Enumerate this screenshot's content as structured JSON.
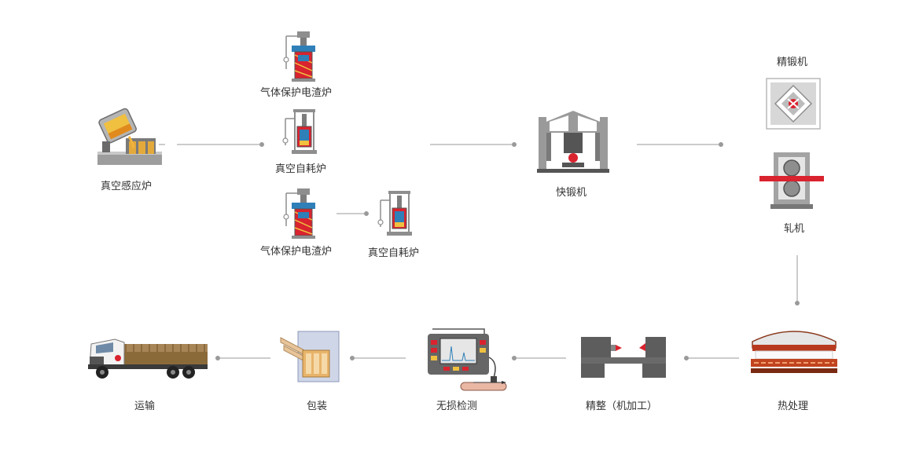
{
  "colors": {
    "connector": "#9a9a9a",
    "dot": "#9a9a9a",
    "accent_red": "#d9232e",
    "accent_orange": "#e8a33a",
    "steel_gray": "#8e8e8e"
  },
  "process": {
    "induction_furnace": {
      "label": "真空感应炉",
      "icon": "furnace-pour-icon"
    },
    "esr_top": {
      "label": "气体保护电渣炉",
      "icon": "electroslag-furnace-icon"
    },
    "var_mid": {
      "label": "真空自耗炉",
      "icon": "vacuum-arc-furnace-icon"
    },
    "esr_bottom": {
      "label": "气体保护电渣炉",
      "icon": "electroslag-furnace-icon"
    },
    "var_bottom": {
      "label": "真空自耗炉",
      "icon": "vacuum-arc-furnace-icon"
    },
    "fast_forging": {
      "label": "快锻机",
      "icon": "forging-press-icon"
    },
    "precision_forging": {
      "label": "精锻机",
      "icon": "precision-forging-icon"
    },
    "rolling": {
      "label": "轧机",
      "icon": "rolling-mill-icon"
    },
    "heat_treatment": {
      "label": "热处理",
      "icon": "heat-treatment-furnace-icon"
    },
    "finishing": {
      "label": "精整（机加工）",
      "icon": "lathe-icon"
    },
    "ndt": {
      "label": "无损检测",
      "icon": "ultrasonic-tester-icon"
    },
    "packaging": {
      "label": "包装",
      "icon": "package-icon"
    },
    "transport": {
      "label": "运输",
      "icon": "truck-icon"
    }
  }
}
